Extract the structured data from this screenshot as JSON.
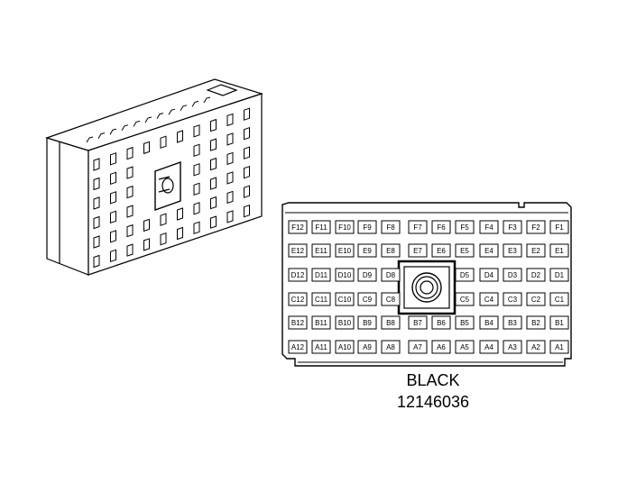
{
  "connector": {
    "color_label": "BLACK",
    "part_number": "12146036",
    "rows": [
      [
        "F12",
        "F11",
        "F10",
        "F9",
        "F8",
        "",
        "F7",
        "F6",
        "F5",
        "F4",
        "F3",
        "F2",
        "F1"
      ],
      [
        "E12",
        "E11",
        "E10",
        "E9",
        "E8",
        "",
        "E7",
        "E6",
        "E5",
        "E4",
        "E3",
        "E2",
        "E1"
      ],
      [
        "D12",
        "D11",
        "D10",
        "D9",
        "D8",
        "",
        "",
        "",
        "D5",
        "D4",
        "D3",
        "D2",
        "D1"
      ],
      [
        "C12",
        "C11",
        "C10",
        "C9",
        "C8",
        "",
        "",
        "",
        "C5",
        "C4",
        "C3",
        "C2",
        "C1"
      ],
      [
        "B12",
        "B11",
        "B10",
        "B9",
        "B8",
        "",
        "B7",
        "B6",
        "B5",
        "B4",
        "B3",
        "B2",
        "B1"
      ],
      [
        "A12",
        "A11",
        "A10",
        "A9",
        "A8",
        "",
        "A7",
        "A6",
        "A5",
        "A4",
        "A3",
        "A2",
        "A1"
      ]
    ]
  }
}
